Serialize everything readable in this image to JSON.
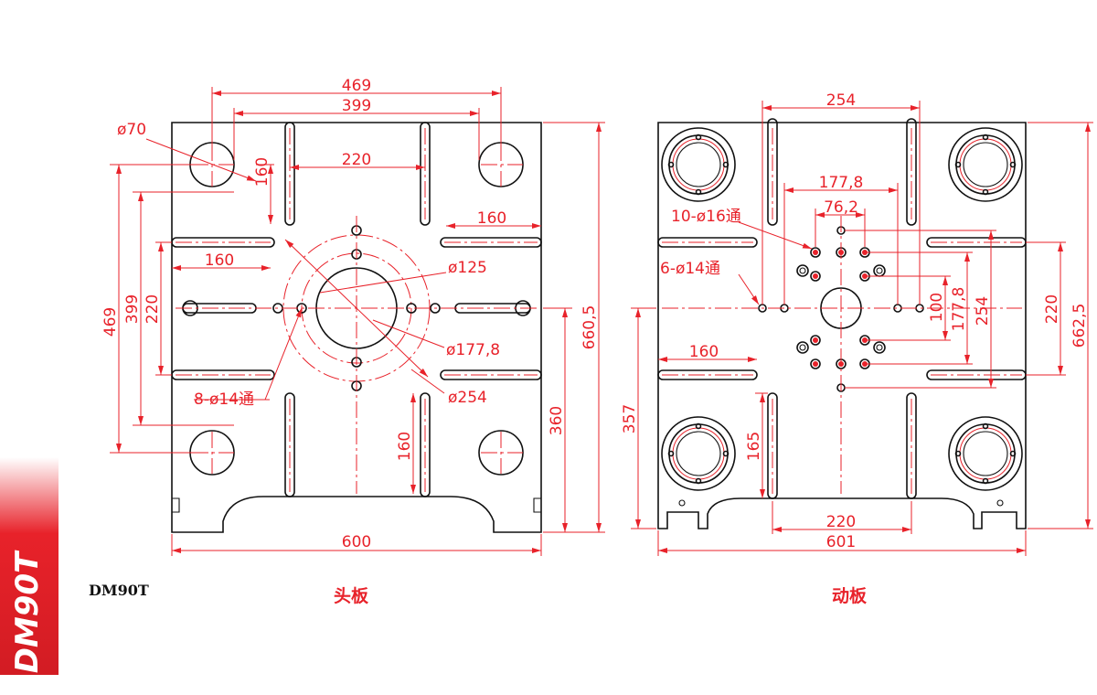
{
  "model": "DM90T",
  "side_tab": "DM90T",
  "fixed_platen": {
    "caption": "头板",
    "dims": {
      "top_outer": "469",
      "top_inner": "399",
      "slot_spacing": "220",
      "right_slot": "160",
      "left_slot": "160",
      "hole_dia": "ø70",
      "corner_vert": "160",
      "vert_469": "469",
      "vert_399": "399",
      "vert_220": "220",
      "ring_125": "ø125",
      "ring_177": "ø177,8",
      "ring_254": "ø254",
      "holes": "8-ø14通",
      "bottom_slot": "160",
      "right_360": "360",
      "right_660": "660,5",
      "bottom_width": "600"
    }
  },
  "moving_platen": {
    "caption": "动板",
    "dims": {
      "top_254": "254",
      "d177": "177,8",
      "d76": "76,2",
      "holes16": "10-ø16通",
      "holes14": "6-ø14通",
      "left_slot": "160",
      "v100": "100",
      "v177": "177,8",
      "v254": "254",
      "right_220": "220",
      "right_662": "662,5",
      "left_357": "357",
      "v165": "165",
      "bottom_220": "220",
      "bottom_width": "601"
    }
  }
}
